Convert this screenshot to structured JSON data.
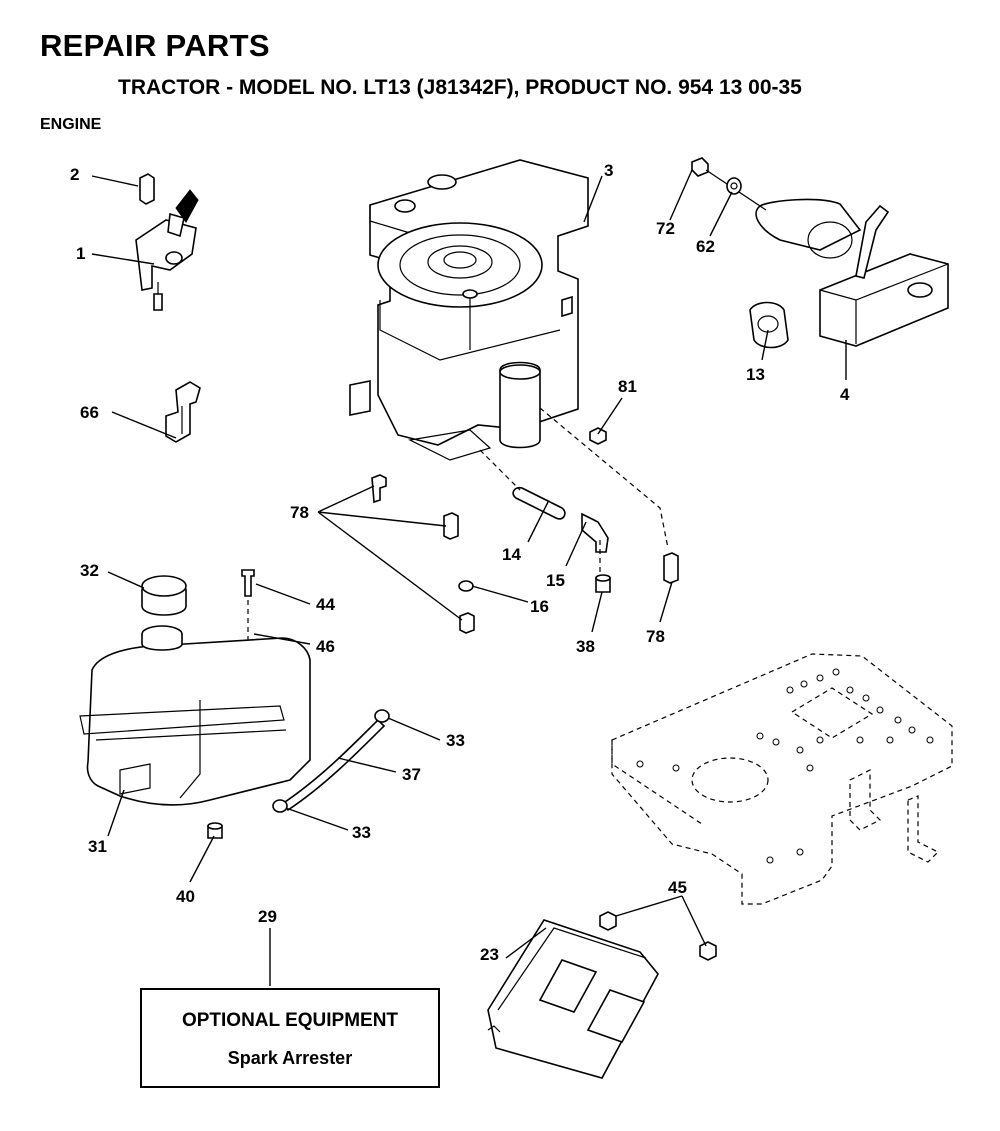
{
  "header": {
    "title": "REPAIR PARTS",
    "subtitle": "TRACTOR - MODEL NO. LT13 (J81342F), PRODUCT NO. 954 13 00-35",
    "section": "ENGINE"
  },
  "callouts": [
    "2",
    "1",
    "66",
    "3",
    "72",
    "62",
    "13",
    "4",
    "81",
    "78",
    "14",
    "15",
    "16",
    "38",
    "78",
    "32",
    "44",
    "46",
    "33",
    "37",
    "33",
    "31",
    "40",
    "29",
    "45",
    "23"
  ],
  "optional_box": {
    "heading": "OPTIONAL EQUIPMENT",
    "item": "Spark Arrester"
  }
}
